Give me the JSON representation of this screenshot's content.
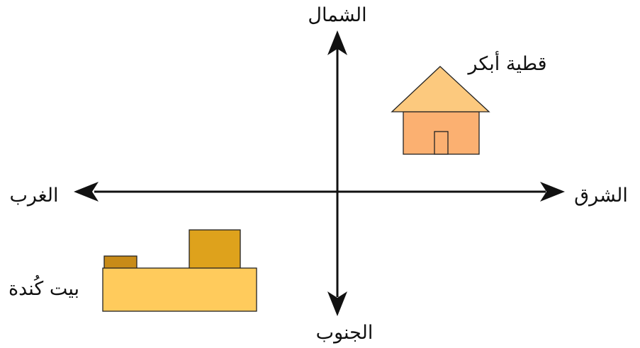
{
  "directions": {
    "north": "الشمال",
    "south": "الجنوب",
    "east": "الشرق",
    "west": "الغرب"
  },
  "places": {
    "house": {
      "label": "قطية أبكر"
    },
    "building": {
      "label": "بيت كُندة"
    }
  },
  "colors": {
    "axis": "#111111",
    "roof": "#fcc97e",
    "house_wall": "#fbb071",
    "house_door": "#fbb071",
    "building_base": "#ffcb5c",
    "building_tower": "#dea21c",
    "building_small_block": "#c88b18",
    "outline": "#222222"
  }
}
